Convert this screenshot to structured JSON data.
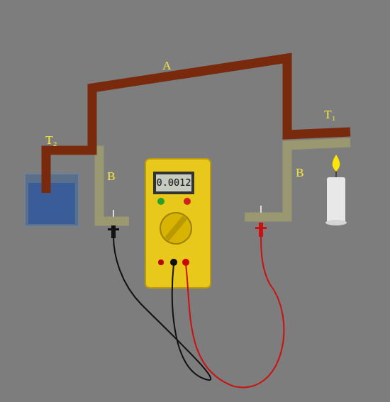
{
  "diagram": {
    "labels": [
      "A",
      "T₂",
      "T₁",
      "B",
      "B",
      "0.0012"
    ]
  }
}
